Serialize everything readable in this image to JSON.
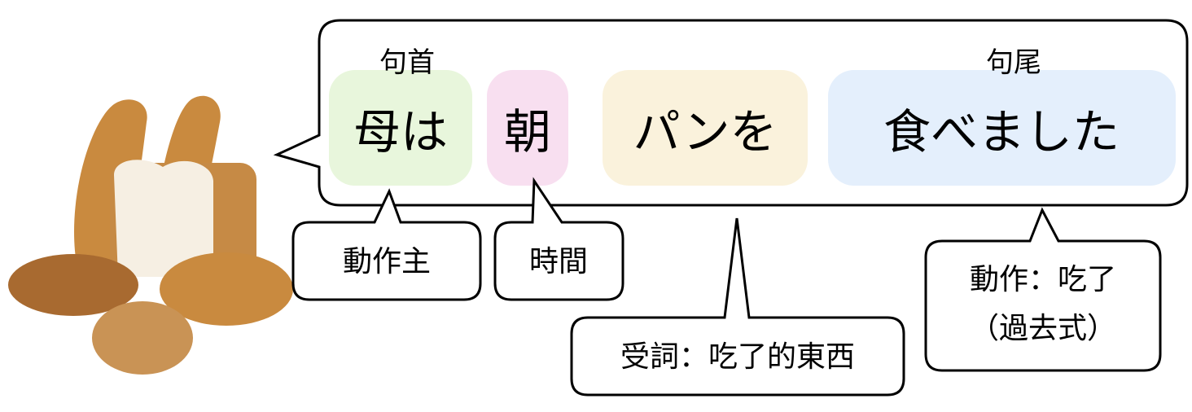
{
  "sentence": {
    "head_label": "句首",
    "tail_label": "句尾",
    "chips": [
      {
        "text": "母は",
        "color": "#e8f6dc"
      },
      {
        "text": "朝",
        "color": "#f8dff0"
      },
      {
        "text": "パンを",
        "color": "#faf2dc"
      },
      {
        "text": "食べました",
        "color": "#e4effc"
      }
    ]
  },
  "callouts": {
    "subject": "動作主",
    "time": "時間",
    "object": "受詞：吃了的東西",
    "verb_line1": "動作：吃了",
    "verb_line2": "（過去式）"
  },
  "illustration": {
    "icon": "bread-basket-icon"
  }
}
